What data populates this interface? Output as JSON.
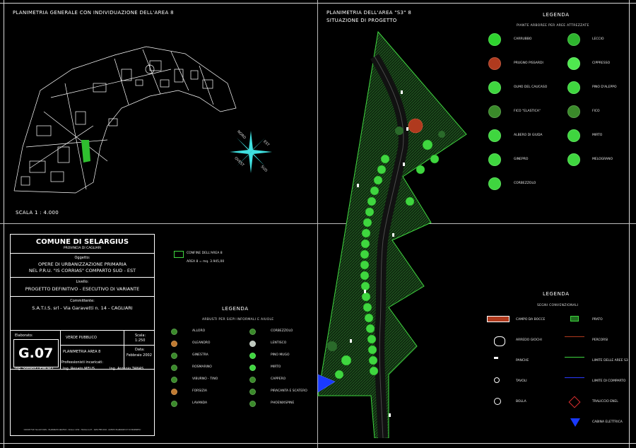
{
  "general_plan": {
    "title": "PLANIMETRIA GENERALE CON INDIVIDUAZIONE DELL'AREA 8",
    "scale": "SCALA 1 : 4.000",
    "compass": {
      "n": "NORD",
      "e": "EST",
      "s": "SUD",
      "w": "OVEST"
    }
  },
  "area_plan": {
    "title_line1": "PLANIMETRIA DELL'AREA \"S3\" 8",
    "title_line2": "SITUAZIONE DI PROGETTO",
    "area_label": "CONFINE DELL'AREA 8",
    "area_value": "AREA 8 = mq. 3.945,00"
  },
  "title_block": {
    "comune": "COMUNE DI SELARGIUS",
    "provincia": "PROVINCIA DI CAGLIARI",
    "oggetto_label": "Oggetto:",
    "oggetto_line1": "OPERE DI URBANIZZAZIONE PRIMARIA",
    "oggetto_line2": "NEL P.R.U. \"IS CORRIAS\" COMPARTO SUD - EST",
    "livello_label": "Livello:",
    "livello": "PROGETTO DEFINITIVO - ESECUTIVO DI VARIANTE",
    "committente_label": "Committente:",
    "committente": "S.A.T.I.S. srl - Via Garavetti n. 14 - CAGLIARI",
    "elaborato_label": "Elaborato:",
    "code": "G.07",
    "category": "VERDE PUBBLICO",
    "sheet": "PLANIMETRIA AREA 8",
    "scala_label": "Scala:",
    "scala": "1:250",
    "data_label": "Data:",
    "data": "Febbraio 2002",
    "prof_label": "Professionisti incaricati:",
    "prof": [
      "Ing. Stefano DEMURO",
      "Ing. Renato MELIS",
      "Ing. Antonio TANAS"
    ],
    "footer": "CODICE FILE: SG-G07.DWG - ELABORATO GRAFICO - SCALA 1:250 - TAVOLA G.07 - DATA FEB 2002 - QUESTO ELABORATO E' DI PROPRIETA'"
  },
  "legend_trees": {
    "title": "LEGENDA",
    "subtitle": "PIANTE ARBOREE PER AREE ATTREZZATE",
    "left": [
      {
        "label": "CARRUBBO",
        "color": "#2fd32f"
      },
      {
        "label": "PRUGNO PISSARDI",
        "color": "#b03a1e"
      },
      {
        "label": "OLMO DEL CAUCASO",
        "color": "#3fd63f"
      },
      {
        "label": "FICO \"ELASTICA\"",
        "color": "#3a8a2a"
      },
      {
        "label": "ALBERO DI GIUDA",
        "color": "#3fd63f"
      },
      {
        "label": "GINEPRO",
        "color": "#3fd63f"
      },
      {
        "label": "CORBEZZOLO",
        "color": "#3fd63f"
      }
    ],
    "right": [
      {
        "label": "LECCIO",
        "color": "#2eb52e"
      },
      {
        "label": "CIPPRESSO",
        "color": "#4fe84f"
      },
      {
        "label": "PINO D'ALEPPO",
        "color": "#3fd63f"
      },
      {
        "label": "FICO",
        "color": "#3a8a2a"
      },
      {
        "label": "MIRTO",
        "color": "#3fd63f"
      },
      {
        "label": "MELOGRANO",
        "color": "#3fd63f"
      }
    ]
  },
  "legend_shrubs": {
    "title": "LEGENDA",
    "subtitle": "ARBUSTI PER SIEPI INFORMALI E AIUOLE",
    "left": [
      {
        "label": "ALLORO",
        "color": "#3a8a2a"
      },
      {
        "label": "OLEANDRO",
        "color": "#c07a30"
      },
      {
        "label": "GINESTRA",
        "color": "#3a8a2a"
      },
      {
        "label": "ROSMARINO",
        "color": "#3a8a2a"
      },
      {
        "label": "VIBURNO - TINO",
        "color": "#3a8a2a"
      },
      {
        "label": "FORSIZIA",
        "color": "#c07a30"
      },
      {
        "label": "LAVANDA",
        "color": "#3a8a2a"
      }
    ],
    "right": [
      {
        "label": "CORBEZZOLO",
        "color": "#3a8a2a"
      },
      {
        "label": "LENTISCO",
        "color": "#bfc9bf"
      },
      {
        "label": "PINO MUGO",
        "color": "#3fd63f"
      },
      {
        "label": "MIRTO",
        "color": "#3fd63f"
      },
      {
        "label": "CAPPERO",
        "color": "#3a8a2a"
      },
      {
        "label": "PIRACANTA E SCATERO",
        "color": "#3a8a2a"
      },
      {
        "label": "PHOENIXSPINE",
        "color": "#3a8a2a"
      }
    ]
  },
  "legend_conventional": {
    "title": "LEGENDA",
    "subtitle": "SEGNI CONVENZIONALI",
    "left": [
      {
        "label": "CAMPO DA BOCCE"
      },
      {
        "label": "ARREDO GIOCHI"
      },
      {
        "label": "PANCHE"
      },
      {
        "label": "TAVOLI"
      },
      {
        "label": "BOLLA"
      }
    ],
    "right": [
      {
        "label": "PRATO"
      },
      {
        "label": "PERCORSI"
      },
      {
        "label": "LIMITE DELLE AREE S3"
      },
      {
        "label": "LIMITE DI COMPARTO"
      },
      {
        "label": "TRALICCIO ENEL"
      },
      {
        "label": "CABINA ELETTRICA"
      }
    ]
  }
}
